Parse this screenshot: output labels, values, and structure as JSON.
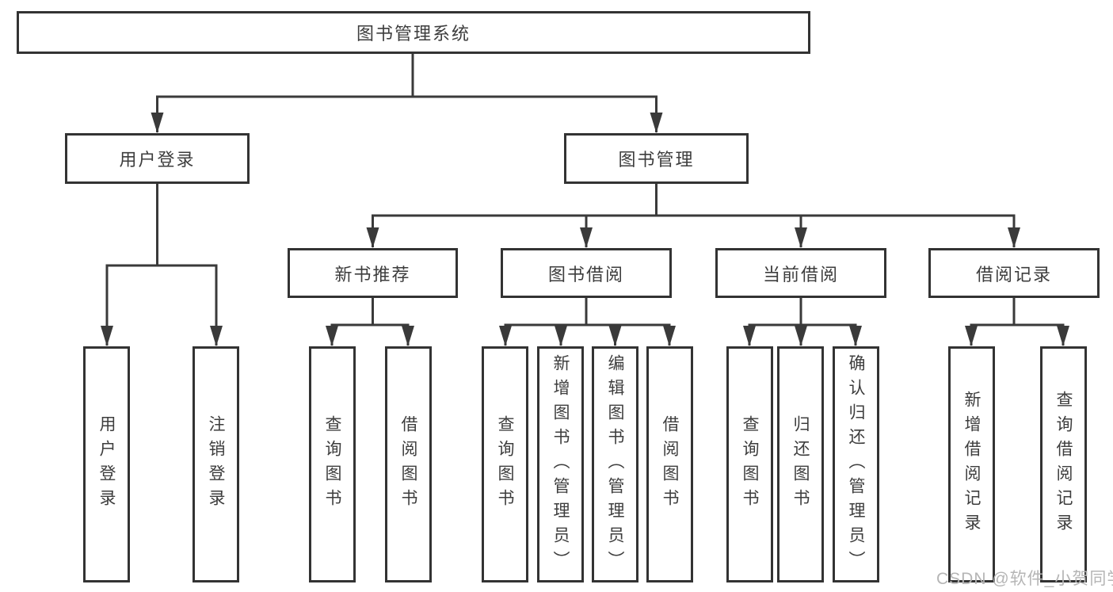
{
  "diagram": {
    "root": {
      "label": "图书管理系统"
    },
    "level2": [
      {
        "label": "用户登录",
        "children": [
          "用户登录",
          "注销登录"
        ]
      },
      {
        "label": "图书管理",
        "sections": [
          {
            "label": "新书推荐",
            "children": [
              "查询图书",
              "借阅图书"
            ]
          },
          {
            "label": "图书借阅",
            "children": [
              "查询图书",
              "新增图书（管理员）",
              "编辑图书（管理员）",
              "借阅图书"
            ]
          },
          {
            "label": "当前借阅",
            "children": [
              "查询图书",
              "归还图书",
              "确认归还（管理员）"
            ]
          },
          {
            "label": "借阅记录",
            "children": [
              "新增借阅记录",
              "查询借阅记录"
            ]
          }
        ]
      }
    ]
  },
  "watermark": {
    "text": "CSDN @软件_小贺同学"
  },
  "colors": {
    "line": "#3a3a3a",
    "box_border": "#333333",
    "box_fill": "#ffffff",
    "text": "#3d3d3d",
    "watermark": "#b5b5b5",
    "background": "#ffffff"
  }
}
